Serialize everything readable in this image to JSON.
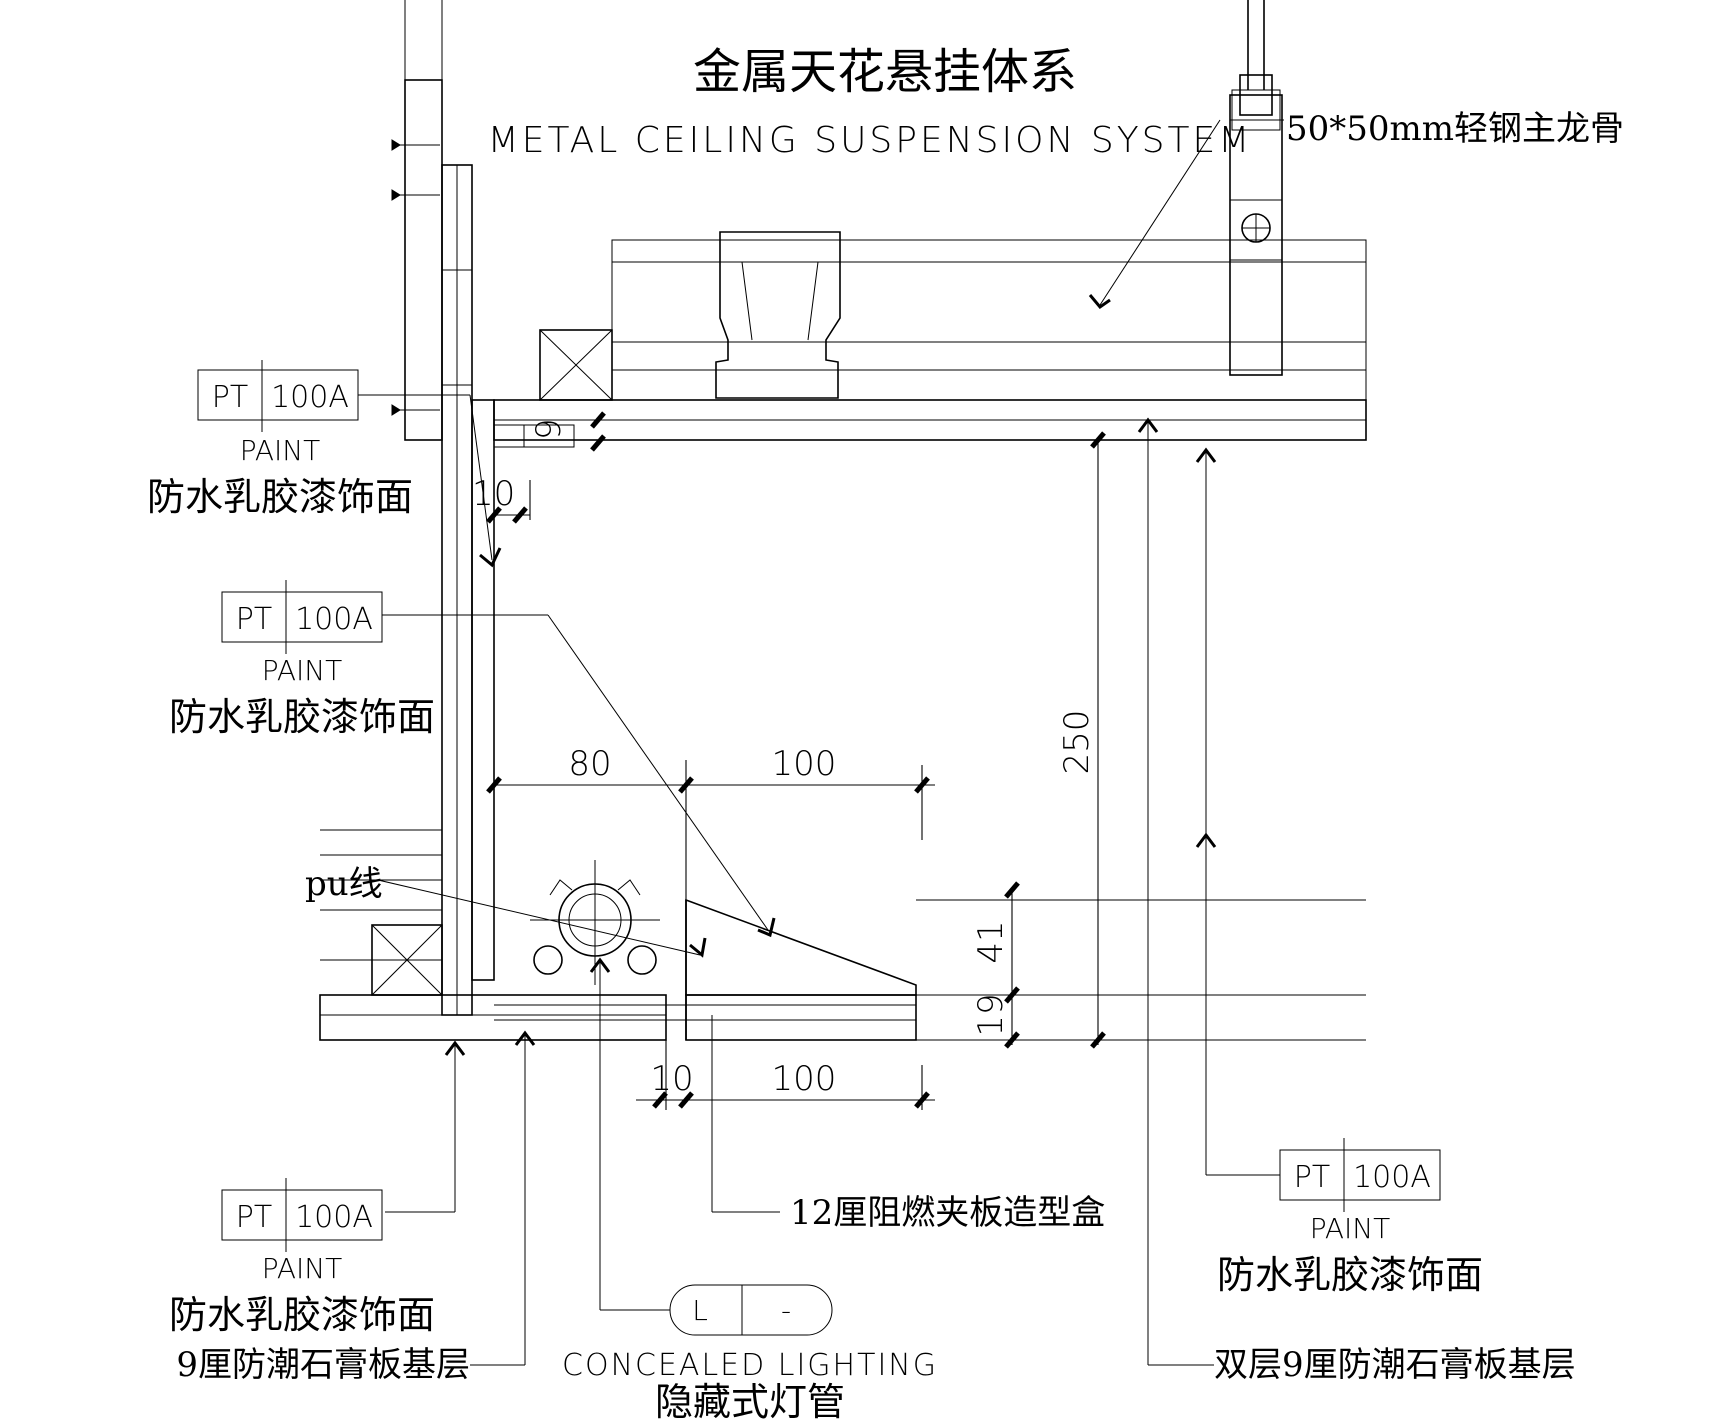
{
  "title": {
    "cn": "金属天花悬挂体系",
    "en": "METAL CEILING SUSPENSION SYSTEM"
  },
  "labels": {
    "main_runner": "50*50mm轻钢主龙骨",
    "pu_line": "pu线",
    "plywood_box": "12厘阻燃夹板造型盒",
    "gypsum_single": "9厘防潮石膏板基层",
    "gypsum_double": "双层9厘防潮石膏板基层",
    "concealed_en": "CONCEALED LIGHTING",
    "concealed_cn": "隐藏式灯管"
  },
  "paint_tags": [
    {
      "code": "PT",
      "ref": "100A",
      "sub": "PAINT",
      "desc": "防水乳胶漆饰面"
    },
    {
      "code": "PT",
      "ref": "100A",
      "sub": "PAINT",
      "desc": "防水乳胶漆饰面"
    },
    {
      "code": "PT",
      "ref": "100A",
      "sub": "PAINT",
      "desc": "防水乳胶漆饰面"
    },
    {
      "code": "PT",
      "ref": "100A",
      "sub": "PAINT",
      "desc": "防水乳胶漆饰面"
    }
  ],
  "light_tag": {
    "left": "L",
    "right": "-"
  },
  "dimensions": {
    "d9": "9",
    "d10_top": "10",
    "d80": "80",
    "d100_top": "100",
    "d250": "250",
    "d41": "41",
    "d19": "19",
    "d10_bottom": "10",
    "d100_bottom": "100"
  }
}
